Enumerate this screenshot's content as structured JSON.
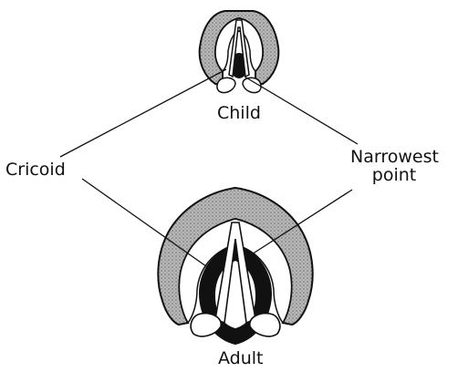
{
  "labels": {
    "child": "Child",
    "adult": "Adult",
    "cricoid": "Cricoid",
    "narrowest_point_line1": "Narrowest",
    "narrowest_point_line2": "point"
  },
  "colors": {
    "ink": "#111111",
    "cartilage_shading": "#9a9a9a",
    "background": "#ffffff"
  }
}
